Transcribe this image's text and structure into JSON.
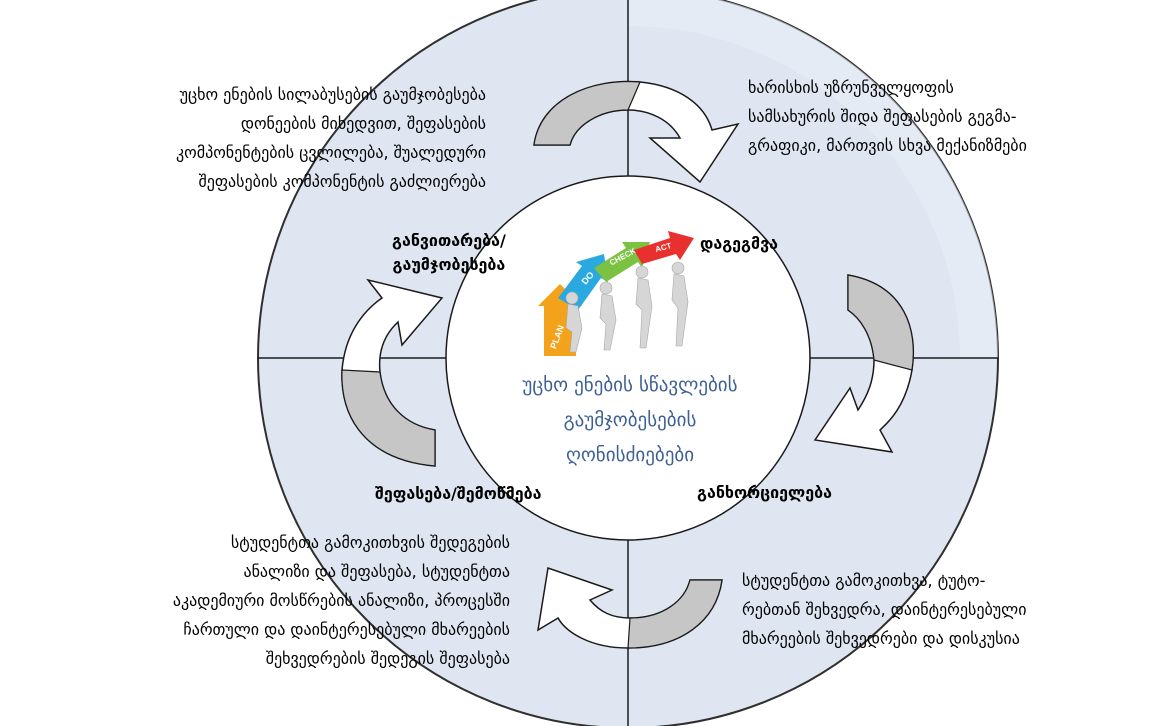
{
  "center": {
    "title": "უცხო ენების სწავლების\nგაუმჯობესების\nღონისძიებები",
    "image_labels": [
      "PLAN",
      "DO",
      "CHECK",
      "ACT"
    ]
  },
  "stages": {
    "plan": "დაგეგმვა",
    "do": "განხორციელება",
    "check": "შეფასება/შემოწმება",
    "act": "განვითარება/\nგაუმჯობესება"
  },
  "notes": {
    "top_right": "ხარისხის უზრუნველყოფის\nსამსახურის შიდა შეფასების გეგმა-\nგრაფიკი, მართვის სხვა მექანიზმები",
    "bottom_right": "სტუდენტთა გამოკითხვა, ტუტო-\nრებთან შეხვედრა, დაინტერესებული\nმხარეების შეხვედრები და დისკუსია",
    "bottom_left": "სტუდენტთა გამოკითხვის შედეგების\nანალიზი და შეფასება, სტუდენტთა\nაკადემიური მოსწრების ანალიზი, პროცესში\nჩართული და დაინტერესებული მხარეების\nშეხვედრების შედეგის შეფასება",
    "top_left": "უცხო ენების სილაბუსების გაუმჯობესება\nდონეების მიხედვით, შეფასების\nკომპონენტების ცვლილება, შუალედური\nშეფასების კომპონენტის გაძლიერება"
  },
  "colors": {
    "outer_ring": "#dfe6f1",
    "ring_stroke": "#2f2f2f",
    "arrow_fill_light": "#ffffff",
    "arrow_fill_dark": "#c6c6c6",
    "center_text": "#3e5f94",
    "plan": "#f3a21b",
    "do": "#2aa9e0",
    "check": "#7cc242",
    "act": "#e8312f"
  }
}
